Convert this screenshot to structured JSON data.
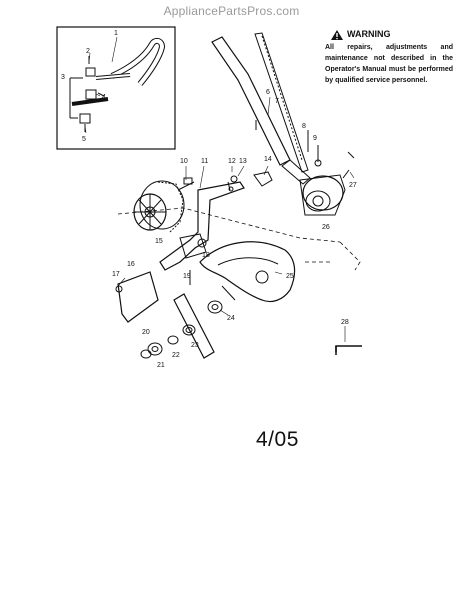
{
  "watermark": "AppliancePartsPros.com",
  "warning": {
    "title": "WARNING",
    "text": "All repairs, adjustments and maintenance not described in the Operator's Manual must be performed by qualified service personnel."
  },
  "date_code": "4/05",
  "callouts": [
    "1",
    "2",
    "3",
    "4",
    "5",
    "6",
    "7",
    "8",
    "9",
    "10",
    "11",
    "12",
    "13",
    "14",
    "15",
    "16",
    "17",
    "18",
    "19",
    "20",
    "21",
    "22",
    "23",
    "24",
    "25",
    "26",
    "27",
    "28"
  ]
}
